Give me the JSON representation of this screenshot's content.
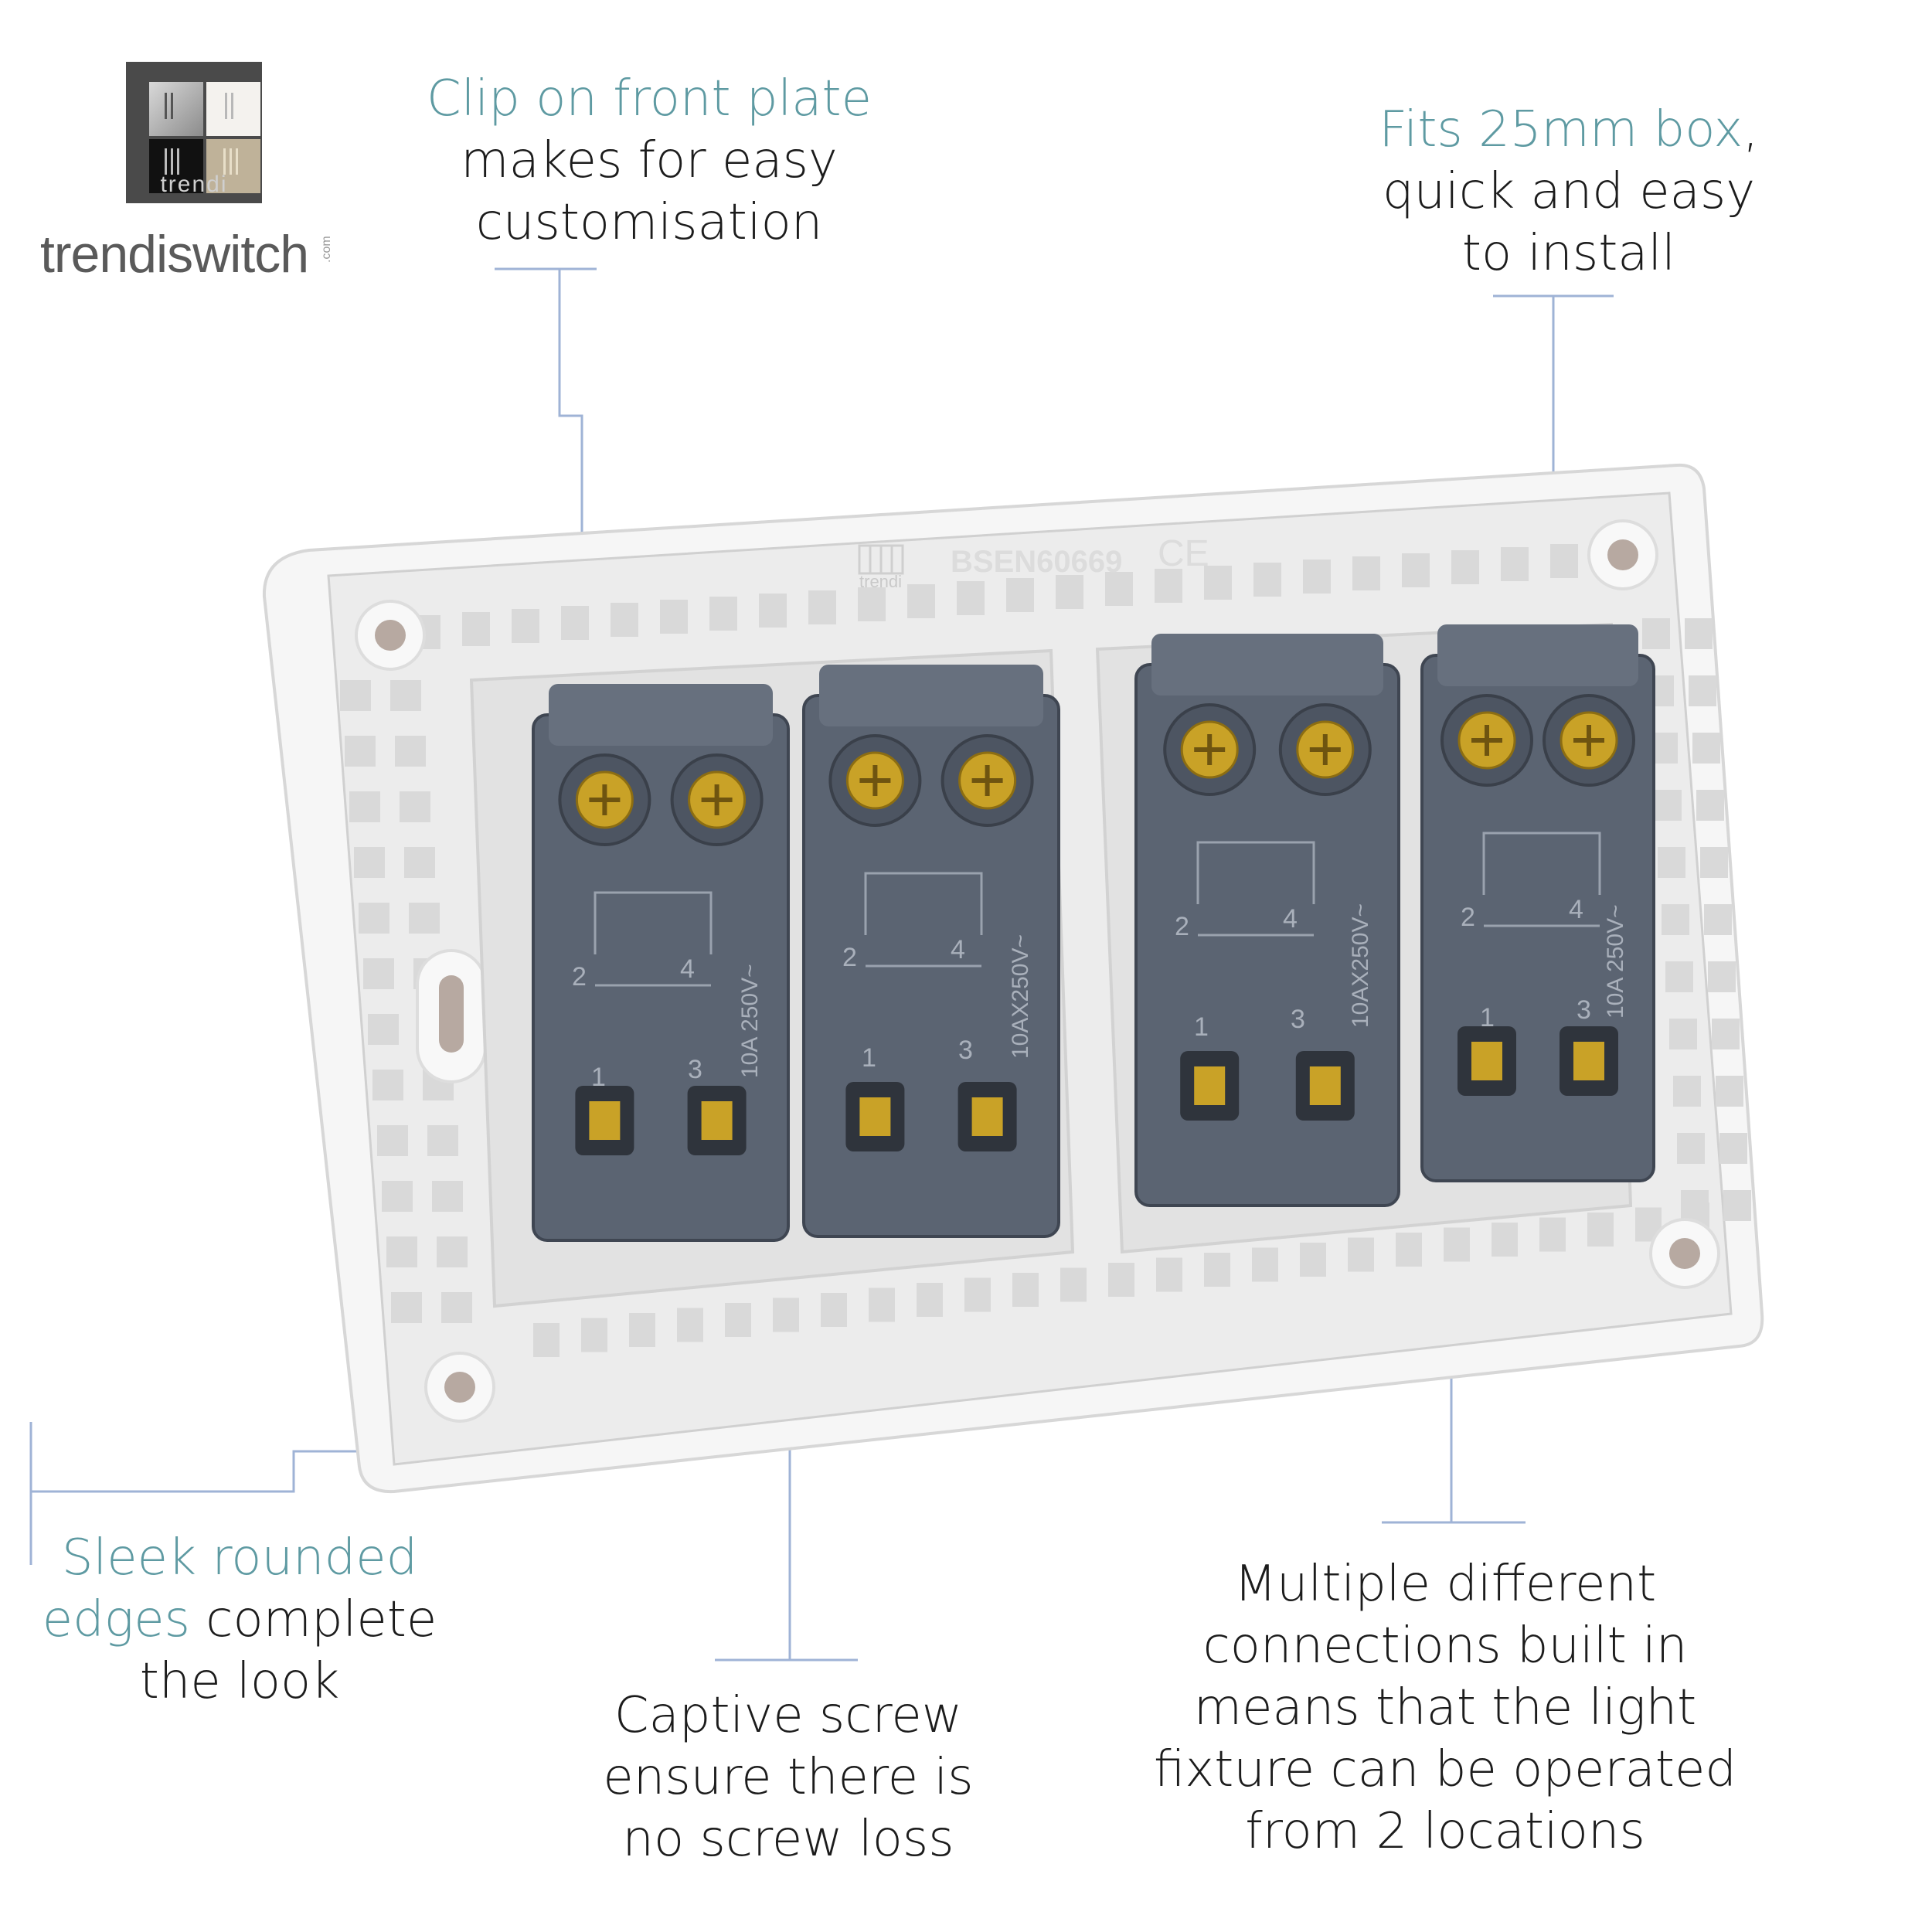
{
  "brand": {
    "tile_text": "trendi",
    "wordmark": "trendiswitch",
    "wordmark_suffix": ".com"
  },
  "callouts": {
    "front_plate": {
      "highlight": "Clip on front plate",
      "line2": "makes for easy",
      "line3": "customisation"
    },
    "box": {
      "highlight": "Fits 25mm box",
      "comma": ",",
      "line2": "quick and easy",
      "line3": "to install"
    },
    "edges": {
      "highlight1": "Sleek rounded",
      "highlight2": "edges",
      "line2_rest": " complete",
      "line3": "the look"
    },
    "screw": {
      "line1": "Captive screw",
      "line2": "ensure there is",
      "line3": "no screw loss"
    },
    "connections": {
      "line1": "Multiple different",
      "line2": "connections built in",
      "line3": "means that the light",
      "line4": "fixture can be operated",
      "line5": "from 2 locations"
    }
  },
  "plate_markings": {
    "standard": "BSEN60669",
    "ce": "CE",
    "maker": "trendi"
  },
  "modules": [
    {
      "rating": "10A  250V~",
      "t1": "2",
      "t2": "4",
      "t3": "1",
      "t4": "3"
    },
    {
      "rating": "10AX250V~",
      "t1": "2",
      "t2": "4",
      "t3": "1",
      "t4": "3"
    },
    {
      "rating": "10AX250V~",
      "t1": "2",
      "t2": "4",
      "t3": "1",
      "t4": "3"
    },
    {
      "rating": "10A  250V~",
      "t1": "2",
      "t2": "4",
      "t3": "1",
      "t4": "3"
    }
  ],
  "colors": {
    "highlight_text": "#5e9aa2",
    "leader_line": "#9fb3d6",
    "module_body": "#5b6472",
    "plate": "#f3f3f3",
    "screw_brass": "#c9a227"
  }
}
